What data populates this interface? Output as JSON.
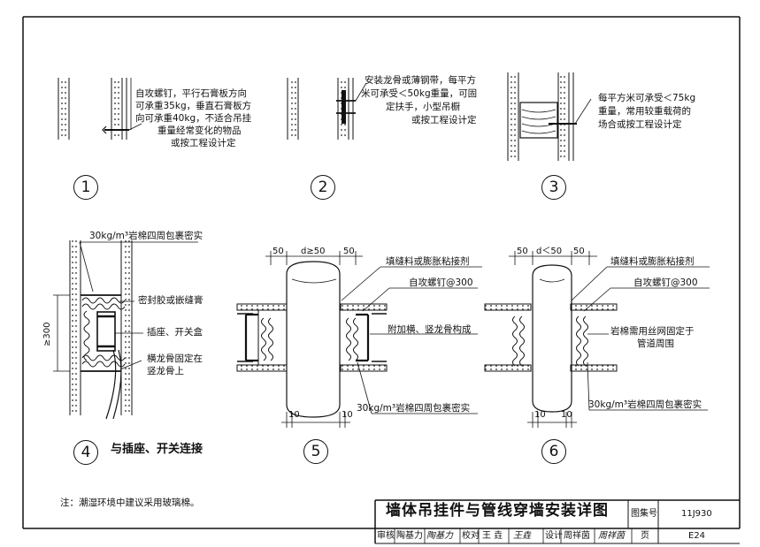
{
  "details": [
    {
      "number": "1",
      "note_lines": [
        "自攻螺钉，平行石膏板方向",
        "可承重35kg，垂直石膏板方",
        "向可承重40kg，不适合吊挂",
        "重量经常变化的物品",
        "或按工程设计定"
      ]
    },
    {
      "number": "2",
      "note_lines": [
        "安装龙骨或薄钢带，每平方",
        "米可承受＜50kg重量，可固",
        "定扶手，小型吊橱",
        "或按工程设计定"
      ]
    },
    {
      "number": "3",
      "note_lines": [
        "每平方米可承受＜75kg",
        "重量，常用较重载荷的",
        "场合或按工程设计定"
      ]
    },
    {
      "number": "4",
      "caption": "与插座、开关连接",
      "labels": {
        "top": "30kg/m³岩棉四周包裹密实",
        "sealant": "密封胶或嵌缝膏",
        "box": "插座、开关盒",
        "keel": "横龙骨固定在",
        "keel2": "竖龙骨上",
        "dim": "≥300"
      }
    },
    {
      "number": "5",
      "labels": {
        "filler": "填缝料或膨胀粘接剂",
        "screw": "自攻螺钉@300",
        "keel": "附加横、竖龙骨构成",
        "wool": "30kg/m³岩棉四周包裹密实",
        "dim_left": "50",
        "dim_mid": "d≥50",
        "dim_right": "50",
        "dim_b1": "10",
        "dim_b2": "10"
      }
    },
    {
      "number": "6",
      "labels": {
        "filler": "填缝料或膨胀粘接剂",
        "screw": "自攻螺钉@300",
        "mesh1": "岩棉需用丝网固定于",
        "mesh2": "管道周围",
        "wool": "30kg/m³岩棉四周包裹密实",
        "dim_left": "50",
        "dim_mid": "d＜50",
        "dim_right": "50",
        "dim_b1": "10",
        "dim_b2": "10"
      }
    }
  ],
  "note": "注：潮湿环境中建议采用玻璃棉。",
  "title_block": {
    "title": "墙体吊挂件与管线穿墙安装详图",
    "atlas_label": "图集号",
    "atlas_no": "11J930",
    "review_label": "审核",
    "reviewer": "陶基力",
    "review_sig": "陶基力",
    "check_label": "校对",
    "checker": "王 垚",
    "check_sig": "王垚",
    "design_label": "设计",
    "designer": "周祥茵",
    "design_sig": "周祥茵",
    "page_label": "页",
    "page_no": "E24"
  }
}
